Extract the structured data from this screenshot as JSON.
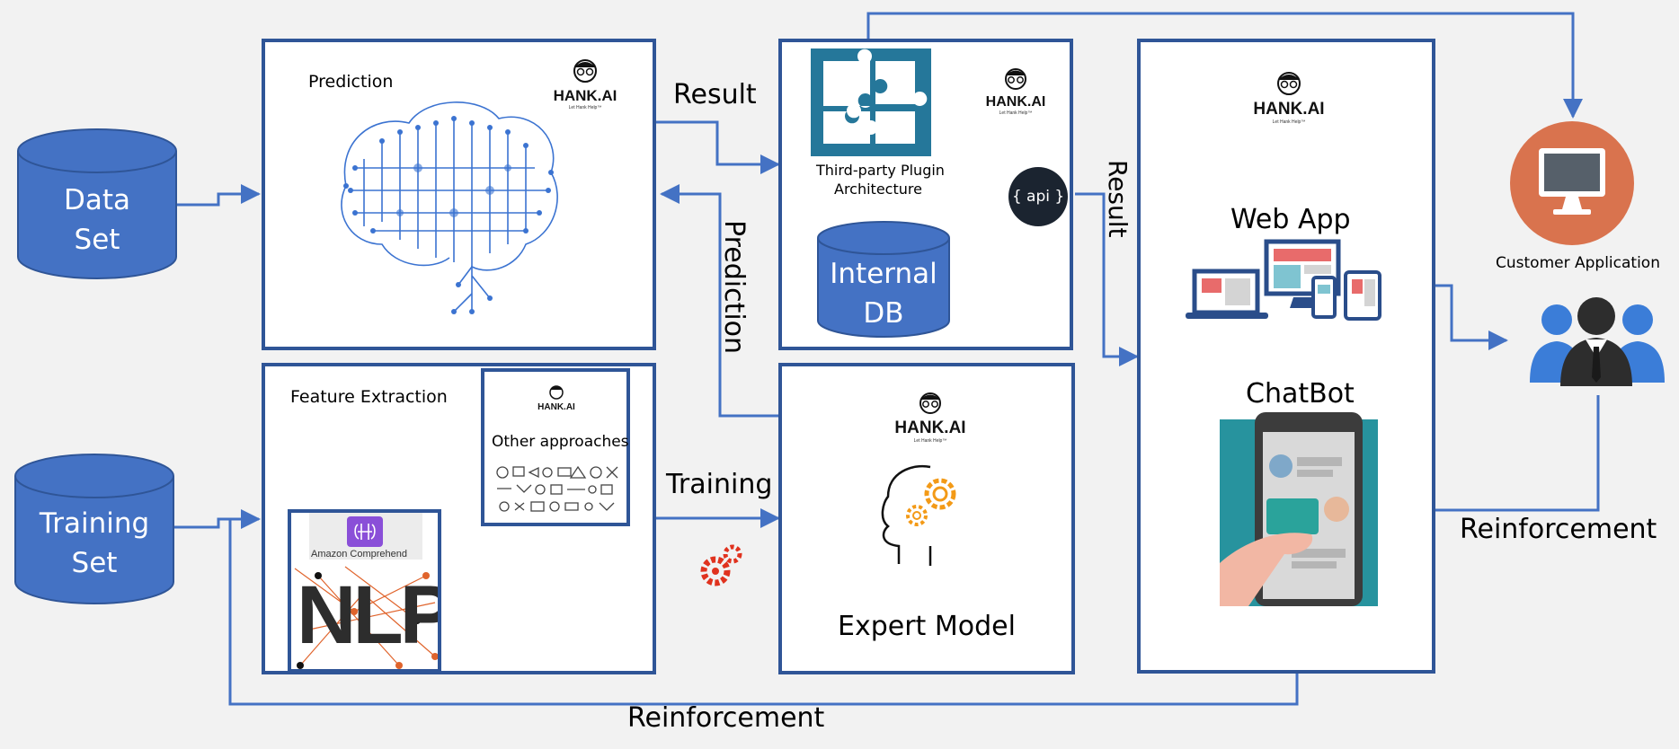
{
  "data_set": {
    "line1": "Data",
    "line2": "Set"
  },
  "training_set": {
    "line1": "Training",
    "line2": "Set"
  },
  "prediction_panel": {
    "title": "Prediction"
  },
  "feature_panel": {
    "title": "Feature Extraction",
    "other_approaches": "Other approaches",
    "amazon": "Amazon Comprehend",
    "nlp": "NLP"
  },
  "plugin_panel": {
    "caption_line1": "Third-party Plugin",
    "caption_line2": "Architecture",
    "api": "{ api }",
    "db_line1": "Internal",
    "db_line2": "DB"
  },
  "expert_panel": {
    "title": "Expert Model"
  },
  "app_panel": {
    "web_app": "Web App",
    "chatbot": "ChatBot"
  },
  "brand": {
    "name": "HANK.AI",
    "tagline": "Let Hank Help™"
  },
  "customer": {
    "label": "Customer Application"
  },
  "arrows": {
    "result_top": "Result",
    "result_side": "Result",
    "prediction_vertical": "Prediction",
    "training": "Training",
    "reinforcement_right": "Reinforcement",
    "reinforcement_bottom": "Reinforcement"
  },
  "colors": {
    "panel_border": "#2f5597",
    "cylinder": "#4472c4",
    "arrow": "#4472c4",
    "puzzle": "#25779a",
    "customer_circle": "#d9734e"
  }
}
